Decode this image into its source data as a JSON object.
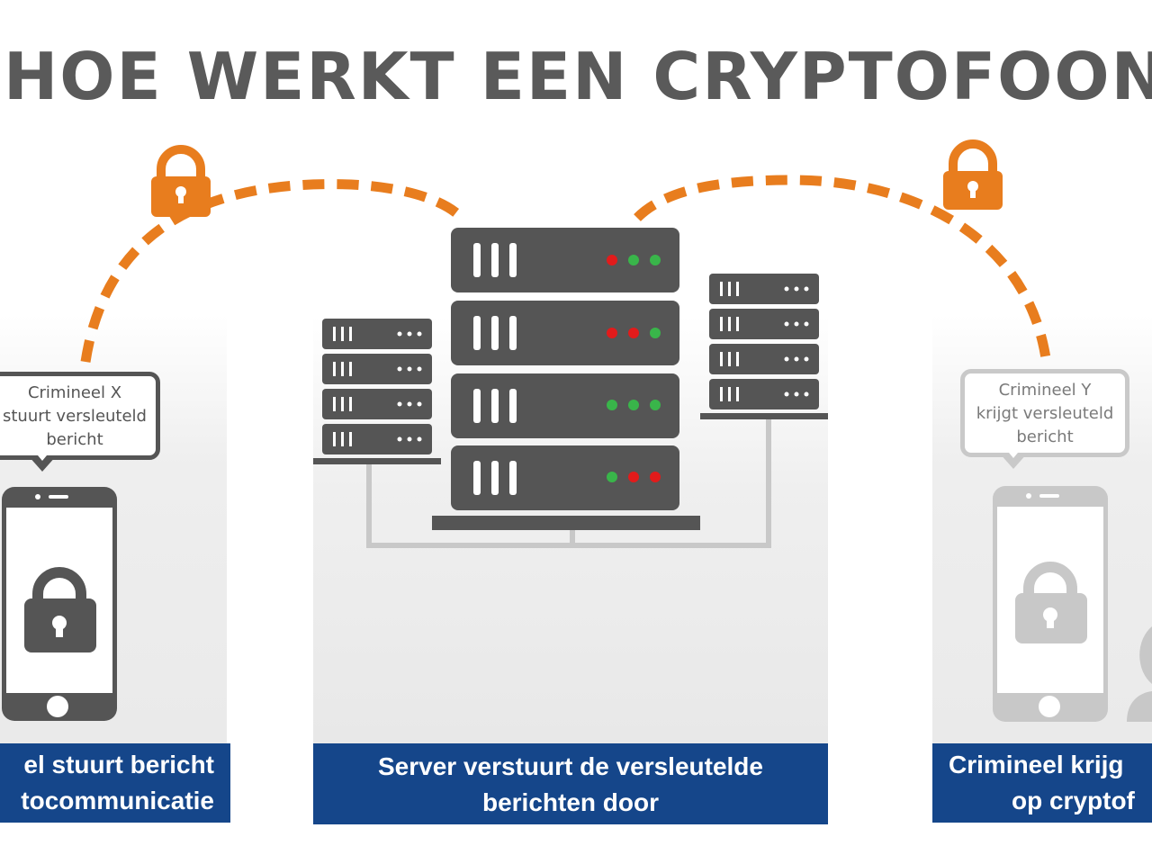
{
  "title": "HOE WERKT EEN CRYPTOFOON?",
  "colors": {
    "accent_orange": "#e87d1e",
    "caption_blue": "#15468a",
    "server_gray": "#555555",
    "led_red": "#e21b1b",
    "led_green": "#39b54a"
  },
  "bubbles": {
    "sender": {
      "line1": "Crimineel X",
      "line2": "stuurt versleuteld",
      "line3": "bericht"
    },
    "receiver": {
      "line1": "Crimineel Y",
      "line2": "krijgt versleuteld",
      "line3": "bericht"
    }
  },
  "captions": {
    "left": {
      "line1": "el stuurt bericht",
      "line2": "tocommunicatie"
    },
    "middle": {
      "line1": "Server verstuurt de versleutelde",
      "line2": "berichten door"
    },
    "right": {
      "line1": "Crimineel krijg",
      "line2": "op cryptof"
    }
  },
  "icons": [
    "padlock-icon",
    "smartphone-icon",
    "server-rack-icon",
    "person-icon"
  ],
  "server_leds": [
    [
      "red",
      "green",
      "green"
    ],
    [
      "red",
      "red",
      "green"
    ],
    [
      "green",
      "green",
      "green"
    ],
    [
      "green",
      "red",
      "red"
    ]
  ]
}
